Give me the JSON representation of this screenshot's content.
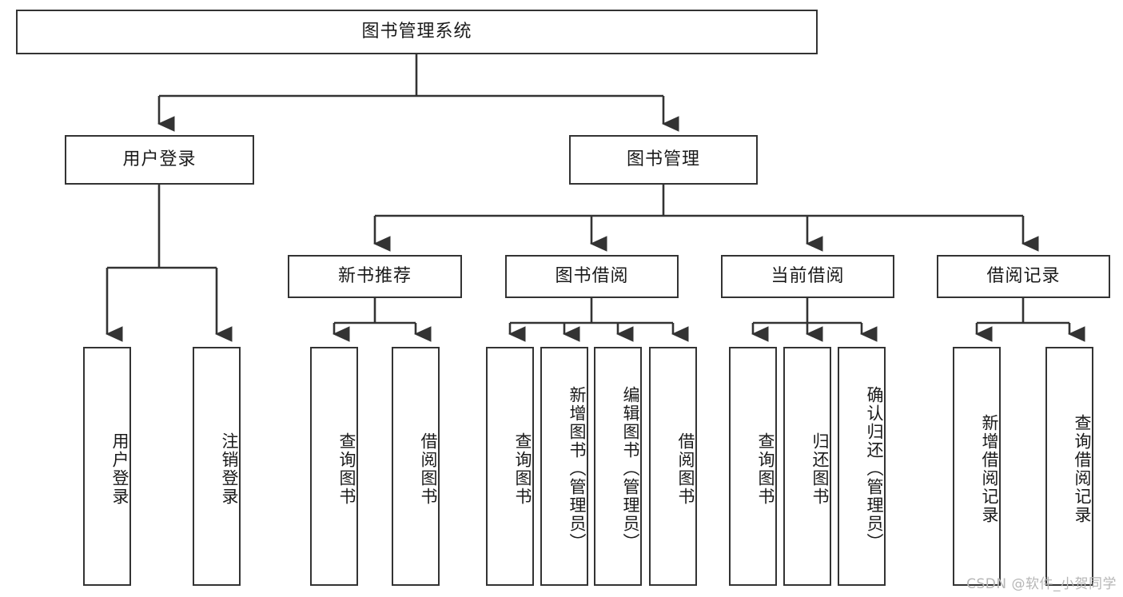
{
  "diagram": {
    "title": "图书管理系统",
    "type": "tree-hierarchy",
    "root": {
      "label": "图书管理系统"
    },
    "level1": [
      {
        "label": "用户登录"
      },
      {
        "label": "图书管理"
      }
    ],
    "level2": [
      {
        "label": "新书推荐"
      },
      {
        "label": "图书借阅"
      },
      {
        "label": "当前借阅"
      },
      {
        "label": "借阅记录"
      }
    ],
    "leaves": {
      "user_login": [
        {
          "label": "用户登录"
        },
        {
          "label": "注销登录"
        }
      ],
      "new_book_recommend": [
        {
          "label": "查询图书"
        },
        {
          "label": "借阅图书"
        }
      ],
      "book_borrow": [
        {
          "label": "查询图书"
        },
        {
          "label": "新增图书（管理员）"
        },
        {
          "label": "编辑图书（管理员）"
        },
        {
          "label": "借阅图书"
        }
      ],
      "current_borrow": [
        {
          "label": "查询图书"
        },
        {
          "label": "归还图书"
        },
        {
          "label": "确认归还（管理员）"
        }
      ],
      "borrow_record": [
        {
          "label": "新增借阅记录"
        },
        {
          "label": "查询借阅记录"
        }
      ]
    }
  },
  "watermark": {
    "text": "CSDN @软件_小贺同学"
  },
  "colors": {
    "stroke": "#333333",
    "box_fill": "#ffffff",
    "text": "#1a1a1a",
    "watermark": "#b6b6b6",
    "background": "#ffffff"
  }
}
